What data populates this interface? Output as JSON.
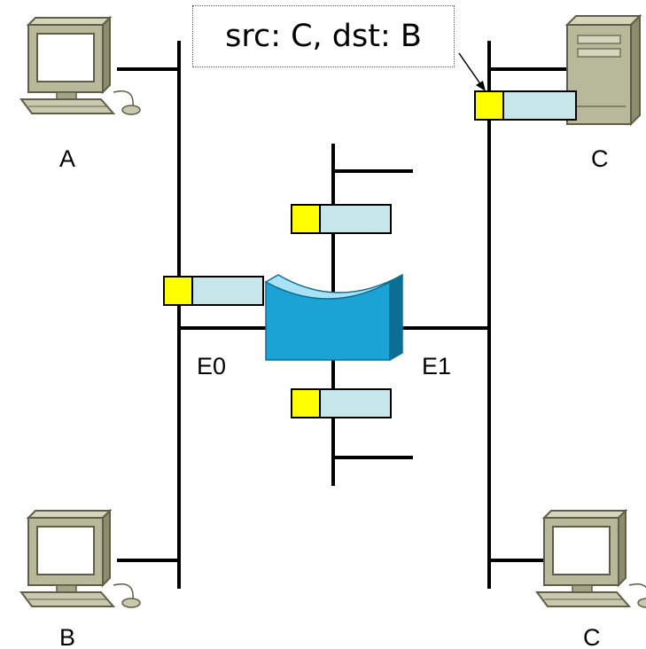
{
  "callout": {
    "text": "src: C, dst: B"
  },
  "hosts": [
    {
      "label": "A",
      "icon": "desktop-computer-icon"
    },
    {
      "label": "C",
      "icon": "server-tower-icon"
    },
    {
      "label": "B",
      "icon": "desktop-computer-icon"
    },
    {
      "label": "C",
      "icon": "desktop-computer-icon"
    }
  ],
  "interfaces": {
    "left": "E0",
    "right": "E1"
  },
  "colors": {
    "frame_header": "#ffff00",
    "frame_body": "#c7e6ea",
    "bridge": "#1aa3d4",
    "computer": "#b8b89a",
    "link": "#000000"
  }
}
